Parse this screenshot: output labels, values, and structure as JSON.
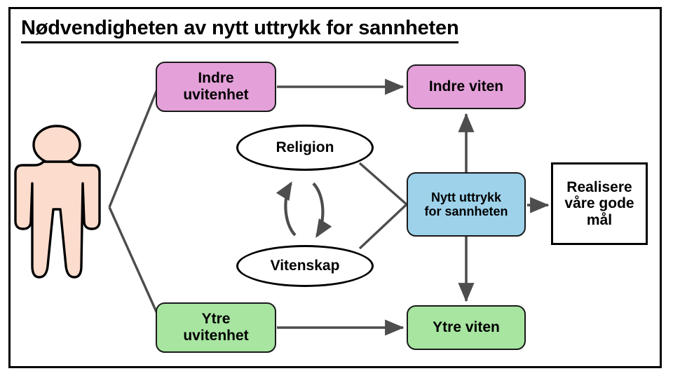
{
  "page": {
    "title": "Nødvendigheten av nytt uttrykk for sannheten",
    "background_color": "#ffffff",
    "frame_color": "#000000"
  },
  "figure": {
    "person_label": "person-silhouette",
    "fill_color": "#fcdccd",
    "outline_color": "#000000"
  },
  "nodes": {
    "indre_uvitenhet": {
      "label": "Indre uvitenhet",
      "line1": "Indre",
      "line2": "uvitenhet",
      "shape": "rounded-rect",
      "color": "#e4a0d9"
    },
    "indre_viten": {
      "label": "Indre viten",
      "shape": "rounded-rect",
      "color": "#e4a0d9"
    },
    "religion": {
      "label": "Religion",
      "shape": "ellipse",
      "color": "#ffffff"
    },
    "vitenskap": {
      "label": "Vitenskap",
      "shape": "ellipse",
      "color": "#ffffff"
    },
    "nytt_uttrykk": {
      "label": "Nytt uttrykk for sannheten",
      "line1": "Nytt uttrykk",
      "line2": "for sannheten",
      "shape": "rounded-rect",
      "color": "#9dd2ea"
    },
    "realisere": {
      "label": "Realisere våre gode mål",
      "line1": "Realisere",
      "line2": "våre gode",
      "line3": "mål",
      "shape": "rect",
      "color": "#ffffff"
    },
    "ytre_uvitenhet": {
      "label": "Ytre uvitenhet",
      "line1": "Ytre",
      "line2": "uvitenhet",
      "shape": "rounded-rect",
      "color": "#a7e5a1"
    },
    "ytre_viten": {
      "label": "Ytre viten",
      "shape": "rounded-rect",
      "color": "#a7e5a1"
    }
  },
  "edges": [
    {
      "name": "person-to-indre-uvitenhet",
      "from": "person",
      "to": "indre_uvitenhet",
      "arrow": false
    },
    {
      "name": "person-to-ytre-uvitenhet",
      "from": "person",
      "to": "ytre_uvitenhet",
      "arrow": false
    },
    {
      "name": "indre-uvitenhet-to-indre-viten",
      "from": "indre_uvitenhet",
      "to": "indre_viten",
      "arrow": true
    },
    {
      "name": "ytre-uvitenhet-to-ytre-viten",
      "from": "ytre_uvitenhet",
      "to": "ytre_viten",
      "arrow": true
    },
    {
      "name": "religion-to-nytt-uttrykk",
      "from": "religion",
      "to": "nytt_uttrykk",
      "arrow": false
    },
    {
      "name": "vitenskap-to-nytt-uttrykk",
      "from": "vitenskap",
      "to": "nytt_uttrykk",
      "arrow": false
    },
    {
      "name": "religion-vitenskap-cycle",
      "from": "religion",
      "to": "vitenskap",
      "arrow": true
    },
    {
      "name": "nytt-uttrykk-to-indre-viten",
      "from": "nytt_uttrykk",
      "to": "indre_viten",
      "arrow": true
    },
    {
      "name": "nytt-uttrykk-to-ytre-viten",
      "from": "nytt_uttrykk",
      "to": "ytre_viten",
      "arrow": true
    },
    {
      "name": "nytt-uttrykk-to-realisere",
      "from": "nytt_uttrykk",
      "to": "realisere",
      "arrow": true
    }
  ],
  "style": {
    "edge_color": "#4d4d4d",
    "cycle_arrow_color": "#4d4d4d",
    "text_color": "#000000"
  }
}
